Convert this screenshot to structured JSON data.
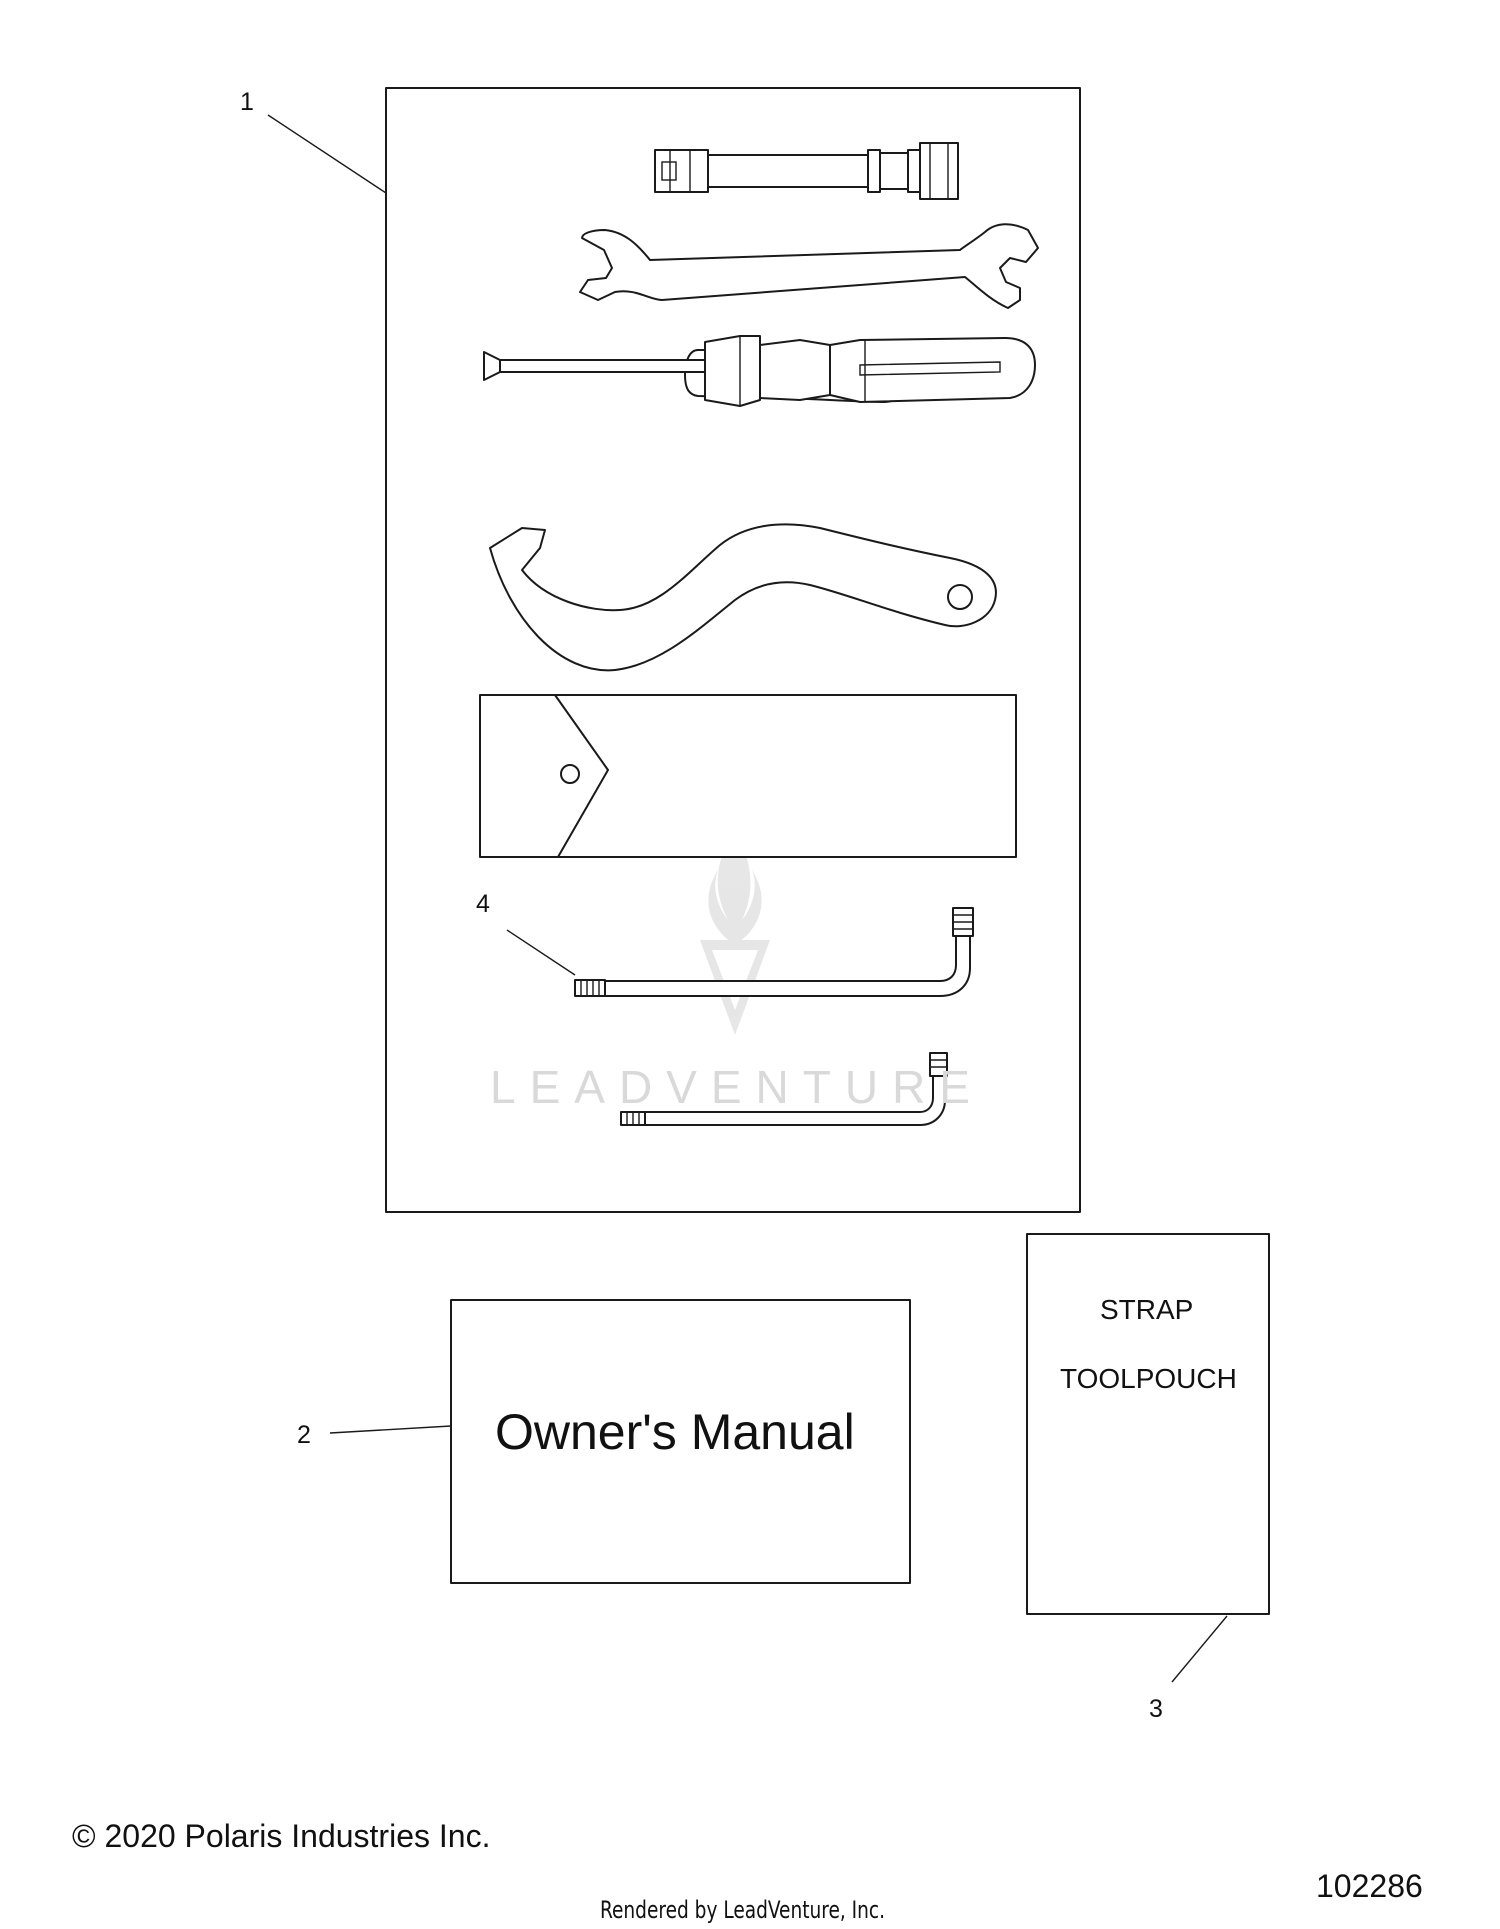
{
  "callouts": {
    "item1": "1",
    "item2": "2",
    "item3": "3",
    "item4": "4"
  },
  "manual_box": {
    "title": "Owner's Manual"
  },
  "pouch_box": {
    "line1": "STRAP",
    "line2": "TOOLPOUCH"
  },
  "footer": {
    "copyright": "© 2020 Polaris Industries Inc.",
    "diagram_number": "102286",
    "rendered_by": "Rendered by LeadVenture, Inc."
  },
  "watermark": {
    "text": "LEADVENTURE"
  },
  "icons": [
    "tube-socket-wrench-icon",
    "open-end-wrench-icon",
    "handle-icon",
    "screwdriver-icon",
    "spanner-wrench-icon",
    "envelope-pouch-icon",
    "torx-key-icon",
    "hex-key-icon",
    "flame-logo-icon"
  ]
}
